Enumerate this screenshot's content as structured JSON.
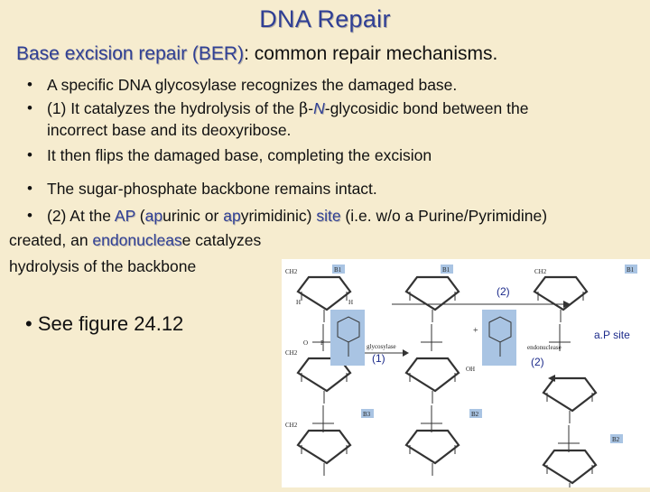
{
  "slide": {
    "title": "DNA Repair",
    "subtitle_lead": "Base excision repair (BER)",
    "subtitle_rest": ": common repair mechanisms."
  },
  "bullets": {
    "b1": "A specific DNA glycosylase recognizes the damaged base.",
    "b2_a": "(1) It catalyzes the hydrolysis of the ",
    "b2_beta": "β",
    "b2_dash": "-",
    "b2_n": "N",
    "b2_b": "-glycosidic bond between the",
    "b2_line2": "incorrect base and its deoxyribose.",
    "b3": "It then flips the damaged base, completing the excision",
    "b4": "The sugar-phosphate backbone remains intact.",
    "b5_a": "(2) At the ",
    "b5_ap": "AP",
    "b5_paren": " (",
    "b5_a1": "ap",
    "b5_urinic": "urinic or ",
    "b5_a2": "ap",
    "b5_yrim": "yrimidinic) ",
    "b5_site": "site",
    "b5_rest": " (i.e. w/o a Purine/Pyrimidine)",
    "b5_line2": "created, an ",
    "b5_endo": "endonucleas",
    "b5_e": "e catalyzes",
    "b5_line3": "hydrolysis of the backbone",
    "see": "See figure 24.12",
    "bullet_char": "•"
  },
  "figure": {
    "label_top": "(2)",
    "label_step1": "(1)",
    "label_step2": "(2)",
    "ap_site": "a.P site",
    "enzyme1": "glycosylase",
    "enzyme2": "endonuclease",
    "base_b1": "B1",
    "base_b2": "B2",
    "base_b3": "B3",
    "ch2": "CH2",
    "h": "H",
    "oh": "OH",
    "o": "O",
    "p": "P",
    "o_minus": "O⁻",
    "plus": "+"
  },
  "colors": {
    "background": "#f6eccf",
    "title_blue": "#2f3f95",
    "figure_label": "#1b2a8a",
    "highlight_box": "#a9c4e3"
  }
}
